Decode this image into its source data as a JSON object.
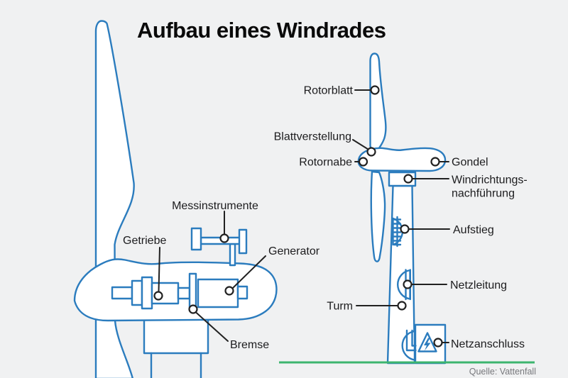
{
  "title": "Aufbau eines Windrades",
  "source": "Quelle: Vattenfall",
  "colors": {
    "background": "#f0f1f2",
    "diagram_blue": "#2b7cbe",
    "label_black": "#1c1c1e",
    "ground_green": "#3db56f",
    "source_gray": "#77787c",
    "shape_fill": "#ffffff"
  },
  "nacelle_detail": {
    "messinstrumente": "Messinstrumente",
    "getriebe": "Getriebe",
    "generator": "Generator",
    "bremse": "Bremse"
  },
  "turbine": {
    "rotorblatt": "Rotorblatt",
    "blattverstellung": "Blattverstellung",
    "rotornabe": "Rotornabe",
    "gondel": "Gondel",
    "windrichtung_line1": "Windrichtungs-",
    "windrichtung_line2": "nachführung",
    "aufstieg": "Aufstieg",
    "netzleitung": "Netzleitung",
    "turm": "Turm",
    "netzanschluss": "Netzanschluss"
  }
}
